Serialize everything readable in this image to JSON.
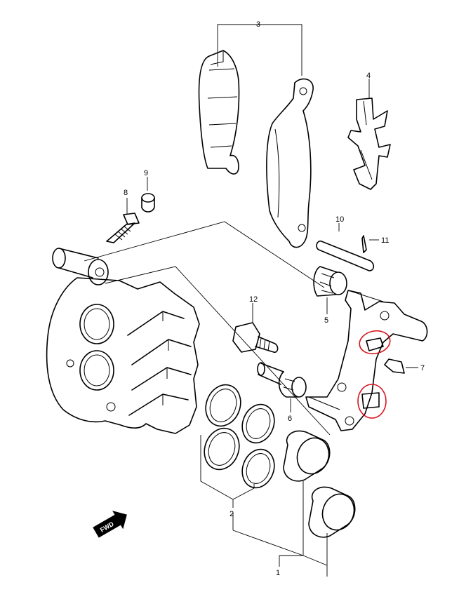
{
  "labels": {
    "l1": "1",
    "l2": "2",
    "l3": "3",
    "l4": "4",
    "l5": "5",
    "l6": "6",
    "l7": "7",
    "l8": "8",
    "l9": "9",
    "l10": "10",
    "l11": "11",
    "l12": "12"
  },
  "fwd_arrow": {
    "text": "FWD"
  },
  "highlight_color": "#d8141e",
  "line_color": "#000000"
}
